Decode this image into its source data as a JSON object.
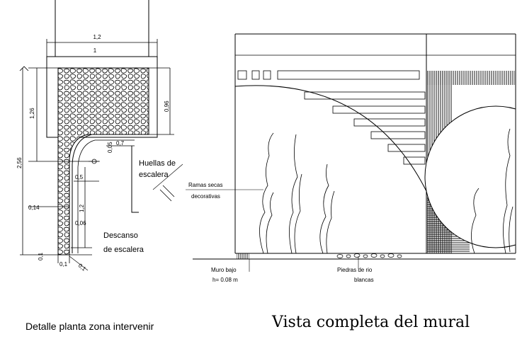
{
  "plan_detail": {
    "title": "Detalle planta zona intervenir",
    "dimensions": {
      "top_width": "1,2",
      "top_mark": "1",
      "height_upper": "1,26",
      "height_total": "2,56",
      "right_height": "0,96",
      "step_a": "0,05",
      "step_b": "0,7",
      "step_c": "0,5",
      "left_gap": "0,14",
      "inner_height": "1,2",
      "inner_width": "0,06",
      "bottom_a": "0,1",
      "bottom_b": "0,1",
      "diag": "0,1"
    },
    "labels": {
      "treads": "Huellas de\nescalera",
      "landing": "Descanso\nde escalera"
    }
  },
  "elevation": {
    "title": "Vista completa del mural",
    "labels": {
      "branches_line1": "Ramas secas",
      "branches_line2": "decorativas",
      "low_wall_line1": "Muro bajo",
      "low_wall_line2": "h= 0.08 m",
      "stones_line1": "Piedras de rio",
      "stones_line2": "blancas"
    }
  }
}
